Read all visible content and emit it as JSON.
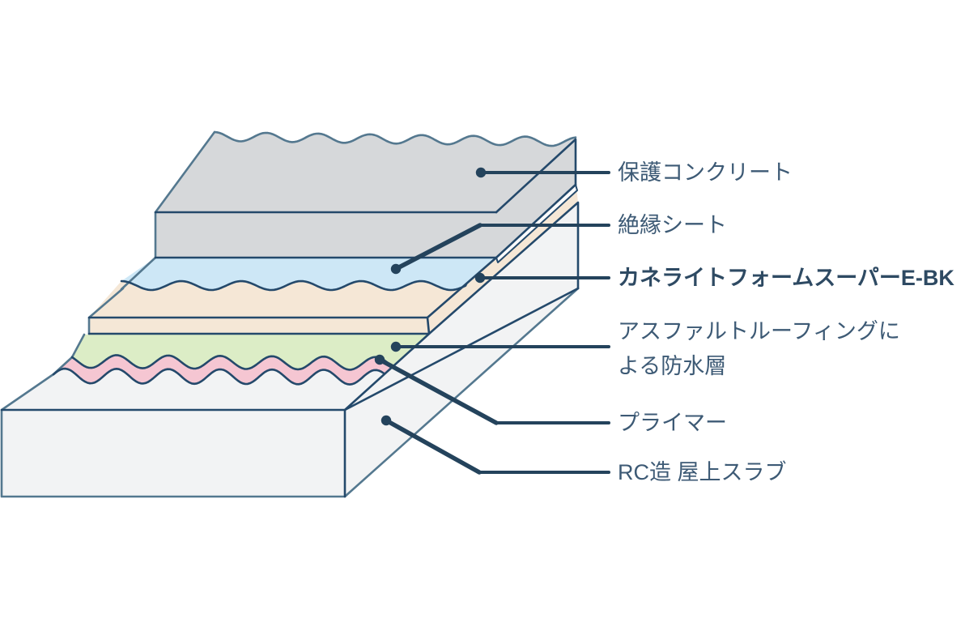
{
  "diagram": {
    "type": "construction-layer-cross-section",
    "layers": [
      {
        "name": "保護コンクリート",
        "color": "#d6d8da"
      },
      {
        "name": "絶縁シート",
        "color": "#cde7f6"
      },
      {
        "name": "カネライトフォームスーパーE-BK",
        "color": "#f5e7d6",
        "emphasized": true
      },
      {
        "name": "アスファルトルーフィングによる防水層",
        "color": "#dcedc6"
      },
      {
        "name": "プライマー",
        "color": "#f5c6d2"
      },
      {
        "name": "RC造 屋上スラブ",
        "color": "#f2f3f4"
      }
    ]
  },
  "callouts": [
    {
      "text": "保護コンクリート"
    },
    {
      "text": "絶縁シート"
    },
    {
      "text": "カネライトフォームスーパーE-BK"
    },
    {
      "text": "アスファルトルーフィングに",
      "text2": "よる防水層"
    },
    {
      "text": "プライマー"
    },
    {
      "text": "RC造 屋上スラブ"
    }
  ],
  "colors": {
    "background": "#ffffff",
    "outline_navy": "#24496b",
    "outline_steel": "#54788f",
    "leader": "#24435c",
    "text": "#3d5a75",
    "text_bold": "#2e4a63",
    "layers": {
      "concrete": "#d6d8da",
      "sheet": "#cde7f6",
      "foam": "#f5e7d6",
      "waterproof": "#dcedc6",
      "primer": "#f5c6d2",
      "slab": "#f2f3f4",
      "sliver": "#fbfcfd"
    }
  }
}
